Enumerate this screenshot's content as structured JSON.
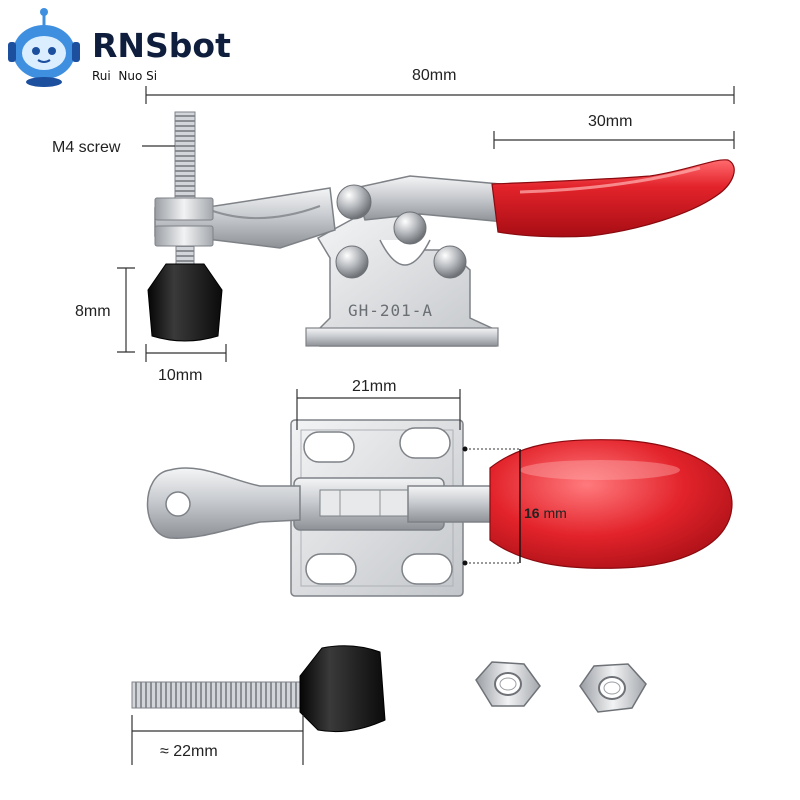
{
  "brand": {
    "name": "RNSbot",
    "tagline": "Rui  Nuo Si",
    "colors": {
      "robot": "#3f8fe0",
      "robot_dark": "#1c4f9e",
      "text": "#0e1e3c"
    }
  },
  "product": {
    "model_stamp": "GH-201-A",
    "colors": {
      "handle": "#e3232b",
      "metal": "#d4d7db",
      "rubber": "#1a1a1a"
    }
  },
  "dimensions": {
    "overall_length": "80mm",
    "handle_length": "30mm",
    "screw": "M4 screw",
    "tip_height": "8mm",
    "tip_width": "10mm",
    "base_width": "21mm",
    "handle_width_num": "16",
    "handle_width_unit": " mm",
    "spindle_length": "≈ 22mm"
  },
  "icons": [
    "robot-mascot-icon"
  ]
}
